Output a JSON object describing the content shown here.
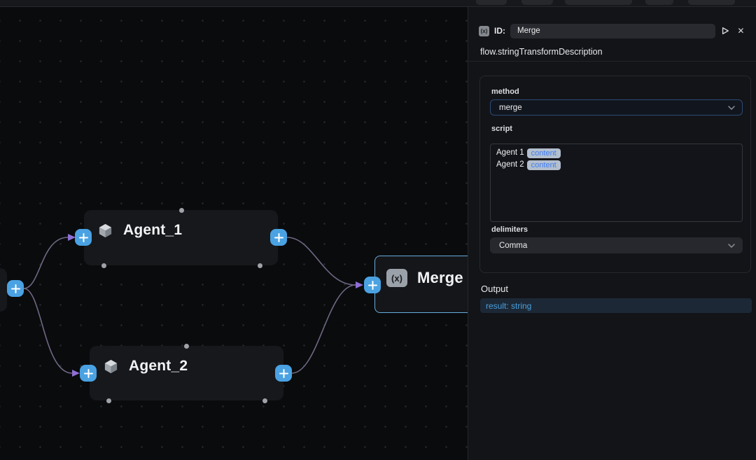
{
  "header": {
    "id_label": "ID:",
    "id_value": "Merge"
  },
  "panel": {
    "description": "flow.stringTransformDescription",
    "method": {
      "label": "method",
      "value": "merge"
    },
    "script": {
      "label": "script",
      "lines": [
        {
          "text": "Agent 1",
          "chip": "content"
        },
        {
          "text": "Agent 2",
          "chip": "content"
        }
      ]
    },
    "delimiters": {
      "label": "delimiters",
      "value": "Comma"
    },
    "output": {
      "label": "Output",
      "value": "result: string"
    }
  },
  "nodes": {
    "agent1": {
      "label": "Agent_1"
    },
    "agent2": {
      "label": "Agent_2"
    },
    "merge": {
      "label": "Merge"
    }
  },
  "icons": {
    "fx": "(x)",
    "close": "✕"
  },
  "colors": {
    "accent_blue": "#4aa2e2",
    "edge_purple": "#6e6883",
    "arrow_purple": "#8f6ed6",
    "selected_border": "#66aede",
    "chip_bg": "#b3bfce",
    "chip_text": "#3f7df5",
    "output_text": "#4ba0dd"
  }
}
